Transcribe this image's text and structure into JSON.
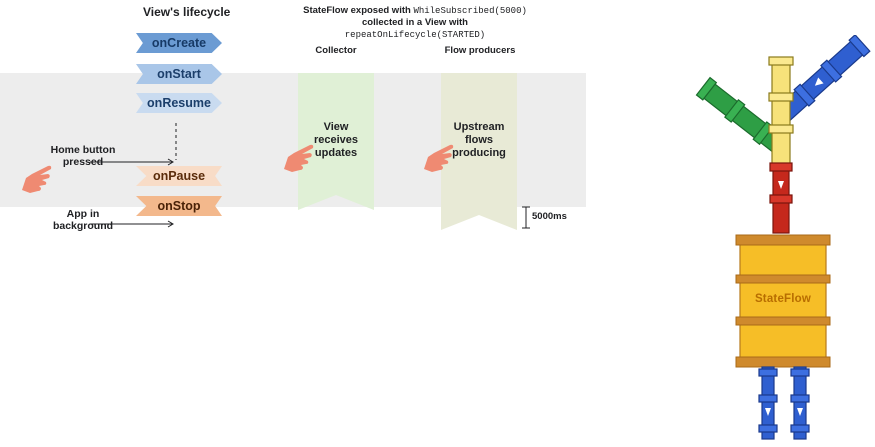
{
  "lifecycle": {
    "title": "View's lifecycle",
    "states": {
      "on_create": "onCreate",
      "on_start": "onStart",
      "on_resume": "onResume",
      "on_pause": "onPause",
      "on_stop": "onStop"
    }
  },
  "header": {
    "line1_text": "StateFlow exposed with ",
    "line1_code": "WhileSubscribed(5000)",
    "line2_text": "collected in a View with ",
    "line2_code": "repeatOnLifecycle(STARTED)"
  },
  "columns": {
    "collector": {
      "title": "Collector",
      "body_lines": [
        "View",
        "receives",
        "updates"
      ]
    },
    "producers": {
      "title": "Flow producers",
      "body_lines": [
        "Upstream",
        "flows",
        "producing"
      ]
    }
  },
  "events": {
    "home_lines": [
      "Home button",
      "pressed"
    ],
    "background_lines": [
      "App in",
      "background"
    ]
  },
  "scale": {
    "label": "5000ms"
  },
  "illustration": {
    "stateflow_label": "StateFlow"
  },
  "colors": {
    "band": "#ededed",
    "collector_column": "#e0f0d6",
    "producers_column": "#e8ead6",
    "hand": "#ef8a72",
    "barrel": "#f6be27",
    "barrel_rim": "#cf8a2d",
    "pipe_yellow": "#f7e27a",
    "pipe_red": "#c5281c",
    "pipe_green": "#2e9e45",
    "pipe_blue": "#2f5fd0"
  },
  "icons": [
    "pointing-hand-icon",
    "arrow-right-icon",
    "pipe-icon",
    "barrel-icon"
  ]
}
